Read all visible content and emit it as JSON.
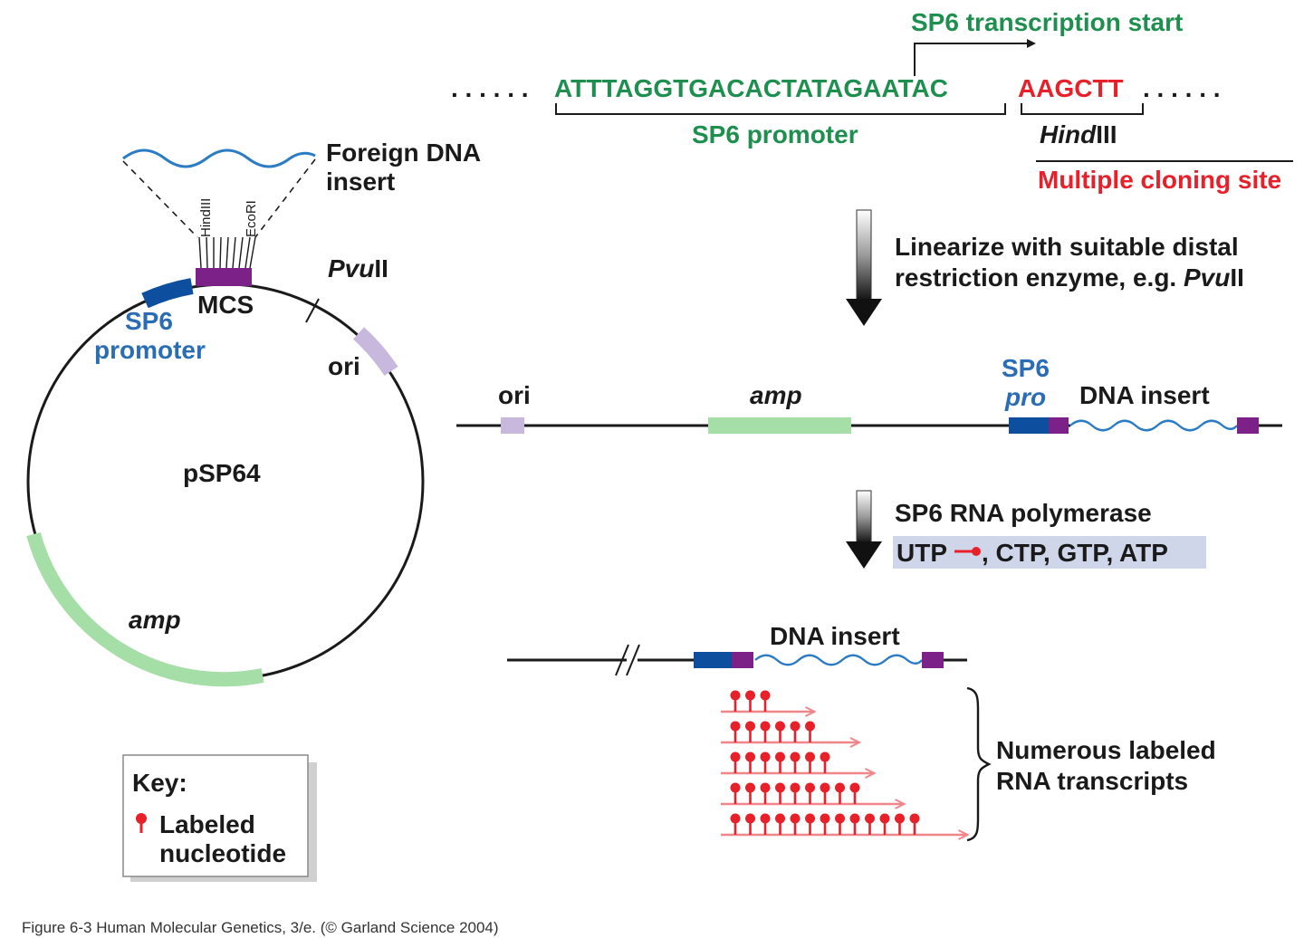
{
  "colors": {
    "green_text": "#1e8f4e",
    "red_text": "#e8202a",
    "blue_text": "#2a6db5",
    "sp6_block": "#0d4f9e",
    "mcs_block": "#7b2188",
    "ori_block": "#c9b8de",
    "amp_block": "#a6dea7",
    "wave": "#2b7cc4",
    "transcript": "#f0858a",
    "nucleotide": "#e8202a",
    "ntp_box": "#cfd6ea"
  },
  "sequence": {
    "dots_left": ". . . . . .",
    "promoter_seq": "ATTTAGGTGACACTATAGAATAC",
    "hind_seq": "AAGCTT",
    "dots_right": ". . . . .  .",
    "transcription_start": "SP6 transcription start",
    "promoter_label": "SP6 promoter",
    "hind_italic": "Hind",
    "hind_roman": "III",
    "mcs_label": "Multiple cloning site"
  },
  "plasmid": {
    "name": "pSP64",
    "foreign_line1": "Foreign DNA",
    "foreign_line2": "insert",
    "enzyme1": "HindIII",
    "enzyme2": "EcoRI",
    "mcs": "MCS",
    "sp6_line1": "SP6",
    "sp6_line2": "promoter",
    "pvu_italic": "Pvu",
    "pvu_roman": "II",
    "ori": "ori",
    "amp": "amp"
  },
  "step1": {
    "line1": "Linearize with suitable distal",
    "line2_a": "restriction enzyme, e.g. ",
    "line2_italic": "Pvu",
    "line2_roman": "II"
  },
  "linear": {
    "ori": "ori",
    "amp": "amp",
    "sp6": "SP6",
    "pro": "pro",
    "insert": "DNA insert"
  },
  "step2": {
    "line1": "SP6 RNA polymerase",
    "utp": "UTP",
    "rest": ", CTP, GTP, ATP"
  },
  "transcripts": {
    "insert": "DNA insert",
    "counts": [
      3,
      6,
      7,
      9,
      13
    ],
    "label_line1": "Numerous labeled",
    "label_line2": "RNA transcripts"
  },
  "key": {
    "title": "Key:",
    "line1": "Labeled",
    "line2": "nucleotide"
  },
  "caption": "Figure 6-3  Human Molecular Genetics, 3/e.  (© Garland Science 2004)"
}
